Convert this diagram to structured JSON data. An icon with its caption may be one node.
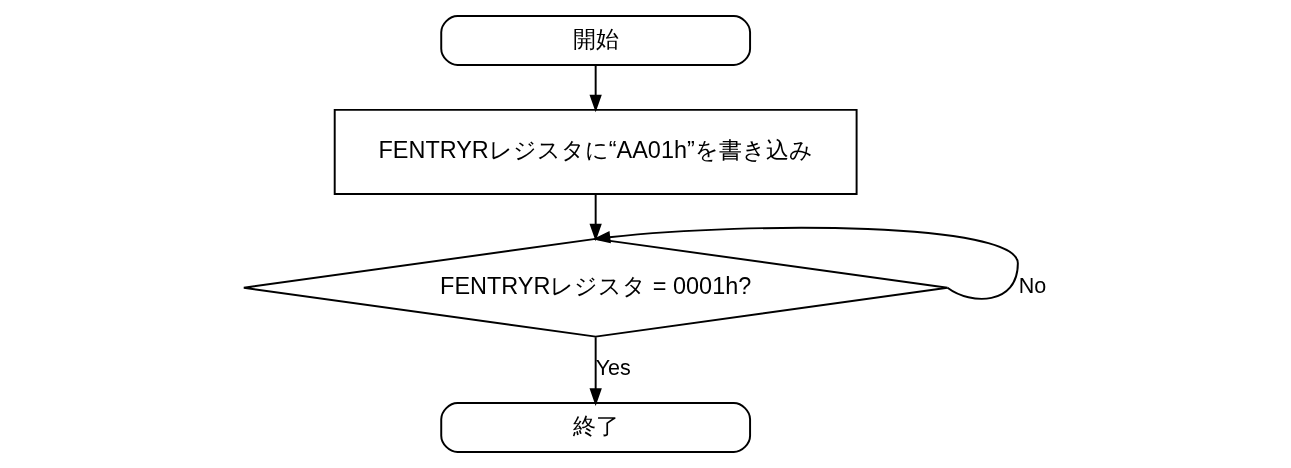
{
  "diagram": {
    "nodes": [
      {
        "text": [
          "開始"
        ]
      },
      {
        "text": [
          "FENTRYRレジスタに“AA01h”を書き込み"
        ]
      },
      {
        "text": [
          "FENTRYRレジスタ = 0001h?"
        ]
      },
      {
        "text": [
          "終了"
        ]
      }
    ],
    "edges": [
      {
        "from": 0,
        "to": 1,
        "arrow": "to"
      },
      {
        "from": 1,
        "to": 2,
        "arrow": "to"
      },
      {
        "from": 2,
        "to": 2,
        "arrow": "to",
        "label": "No"
      },
      {
        "from": 2,
        "to": 3,
        "arrow": "to",
        "label": "Yes"
      }
    ]
  }
}
